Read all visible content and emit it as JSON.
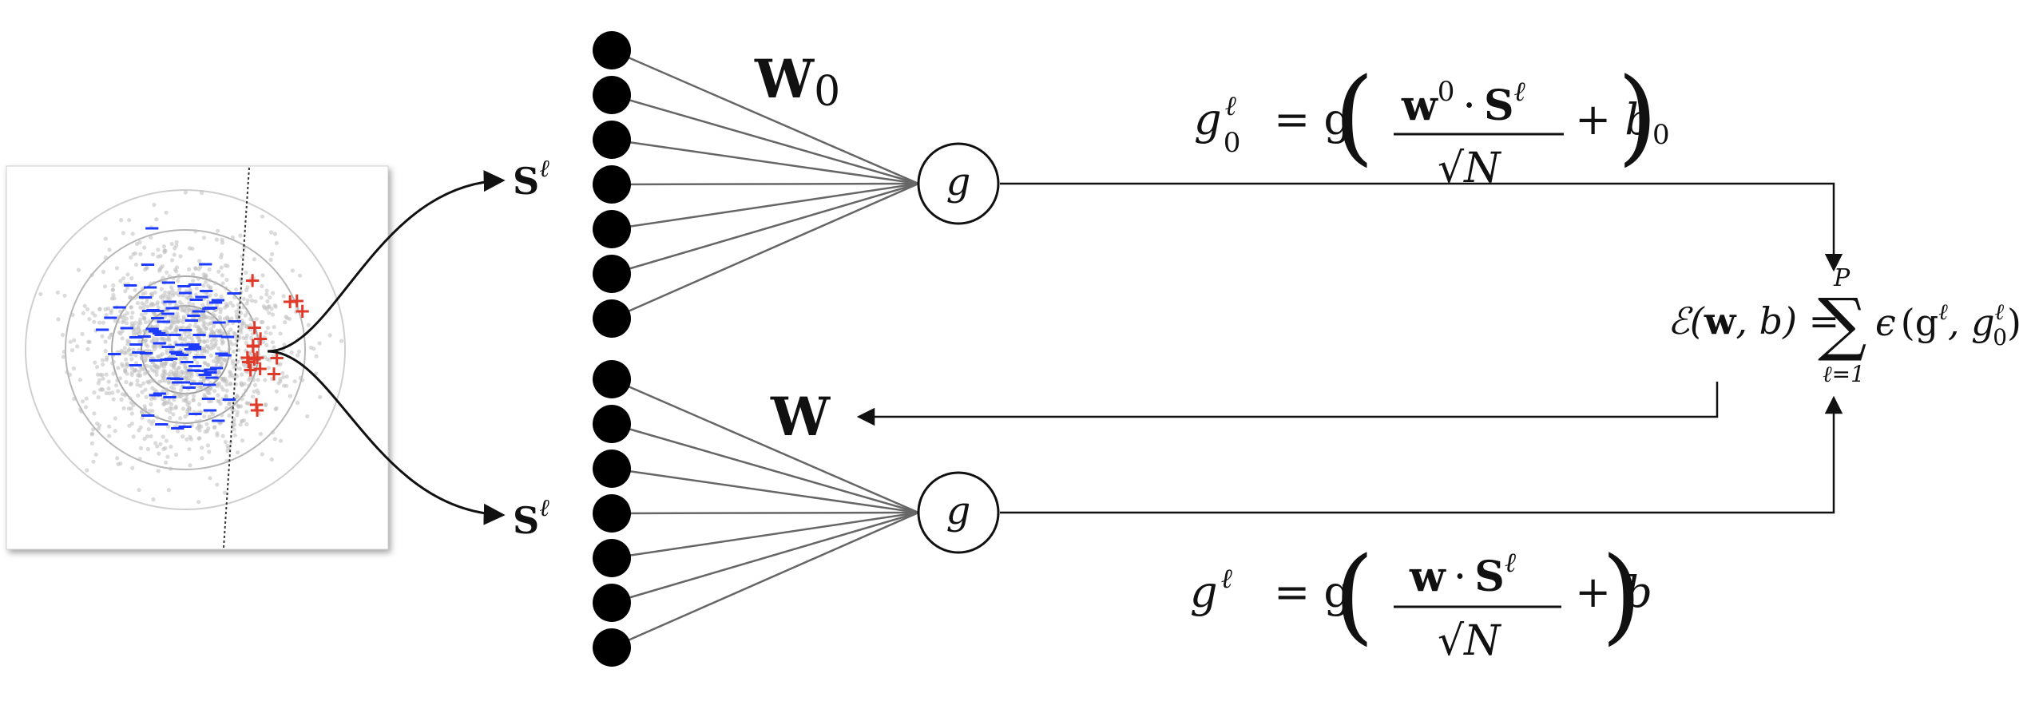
{
  "scatter": {
    "negative_marker": "−",
    "positive_marker": "+",
    "colors": {
      "negative": "#1e3cff",
      "positive": "#e03a2a",
      "background_points": "#bdbdbd"
    }
  },
  "inputs": {
    "top_label": {
      "bold": "S",
      "sup": "ℓ"
    },
    "bottom_label": {
      "bold": "S",
      "sup": "ℓ"
    },
    "node_count_per_layer": 7
  },
  "teacher": {
    "weight_label": {
      "bold": "W",
      "sub": "0"
    },
    "node_label": "g",
    "equation": {
      "lhs_base": "g",
      "lhs_sup": "ℓ",
      "lhs_sub": "0",
      "eq": "= g",
      "num_bold_w": "w",
      "num_w_sup": "0",
      "dot": "·",
      "num_bold_s": "S",
      "num_s_sup": "ℓ",
      "den": "√N",
      "bias": "+ b",
      "bias_sub": "0"
    }
  },
  "student": {
    "weight_label": {
      "bold": "W"
    },
    "node_label": "g",
    "equation": {
      "lhs_base": "g",
      "lhs_sup": "ℓ",
      "eq": "= g",
      "num_bold_w": "w",
      "dot": "·",
      "num_bold_s": "S",
      "num_s_sup": "ℓ",
      "den": "√N",
      "bias": "+ b"
    }
  },
  "error": {
    "lhs": "ℰ(",
    "w": "w",
    "rest": ", b) =",
    "sum_symbol": "∑",
    "sum_upper": "P",
    "sum_lower": "ℓ=1",
    "eps": "ϵ",
    "args": "(g",
    "args_sup1": "ℓ",
    "args_mid": ", g",
    "args_sup2": "ℓ",
    "args_sub2": "0",
    "args_close": ")"
  }
}
